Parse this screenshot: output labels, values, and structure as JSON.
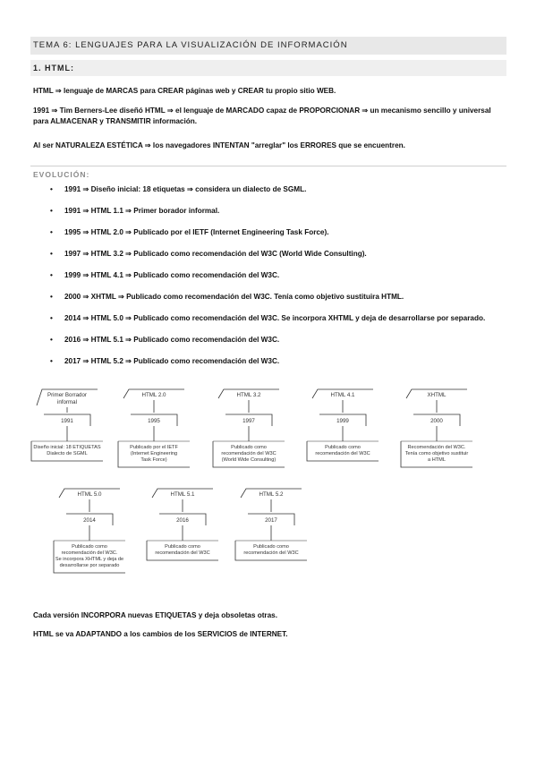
{
  "header": {
    "title": "TEMA 6:  LENGUAJES PARA LA VISUALIZACIÓN DE INFORMACIÓN",
    "section": "1. HTML:"
  },
  "paragraphs": [
    "HTML ⇒ lenguaje de MARCAS para CREAR páginas web y CREAR tu propio sitio WEB.",
    "1991 ⇒ Tim Berners-Lee diseñó HTML ⇒ el lenguaje de MARCADO capaz de PROPORCIONAR ⇒ un mecanismo sencillo y universal para ALMACENAR y TRANSMITIR información.",
    "Al ser NATURALEZA ESTÉTICA ⇒ los navegadores INTENTAN \"arreglar\" los ERRORES que se encuentren."
  ],
  "evolution": {
    "title": "EVOLUCIÓN:",
    "items": [
      "1991 ⇒ Diseño inicial: 18 etiquetas ⇒ considera un dialecto de SGML.",
      "1991 ⇒ HTML 1.1 ⇒ Primer borador informal.",
      "1995 ⇒ HTML 2.0 ⇒ Publicado por el IETF (Internet Engineering Task Force).",
      "1997 ⇒ HTML 3.2 ⇒ Publicado como recomendación del W3C (World Wide Consulting).",
      "1999 ⇒ HTML 4.1 ⇒ Publicado como recomendación del W3C.",
      "2000 ⇒ XHTML ⇒ Publicado como recomendación del W3C. Tenía como objetivo sustituira HTML.",
      "2014 ⇒ HTML 5.0 ⇒ Publicado como recomendación del W3C. Se incorpora XHTML y deja de desarrollarse por separado.",
      "2016 ⇒ HTML 5.1 ⇒ Publicado como recomendación del W3C.",
      "2017 ⇒ HTML 5.2 ⇒ Publicado como recomendación del W3C."
    ]
  },
  "diagram": {
    "row1": [
      {
        "top": [
          "Primer Borrador",
          "informal"
        ],
        "year": "1991",
        "bottom": [
          "Diseño inicial: 18 ETIQUETAS",
          "Dialecto de SGML"
        ]
      },
      {
        "top": [
          "HTML 2.0"
        ],
        "year": "1995",
        "bottom": [
          "Publicado por el IETF",
          "(Internet Engineering",
          "Task Force)"
        ]
      },
      {
        "top": [
          "HTML 3.2"
        ],
        "year": "1997",
        "bottom": [
          "Publicado como",
          "recomendación del W3C",
          "(World Wide Consulting)"
        ]
      },
      {
        "top": [
          "HTML 4.1"
        ],
        "year": "1999",
        "bottom": [
          "Publicado como",
          "recomendación del W3C"
        ]
      },
      {
        "top": [
          "XHTML"
        ],
        "year": "2000",
        "bottom": [
          "Recomendación del W3C.",
          "Tenía como objetivo sustituir",
          "a HTML"
        ]
      }
    ],
    "row2": [
      {
        "top": [
          "HTML 5.0"
        ],
        "year": "2014",
        "bottom": [
          "Publicado como",
          "recomendación del W3C.",
          "Se incorpora XHTML y deja de",
          "desarrollarse por separado"
        ]
      },
      {
        "top": [
          "HTML 5.1"
        ],
        "year": "2016",
        "bottom": [
          "Publicado como",
          "recomendación del W3C"
        ]
      },
      {
        "top": [
          "HTML 5.2"
        ],
        "year": "2017",
        "bottom": [
          "Publicado como",
          "recomendación del W3C"
        ]
      }
    ]
  },
  "closing": [
    "Cada versión INCORPORA  nuevas ETIQUETAS y deja obsoletas otras.",
    "HTML se va ADAPTANDO a los cambios de los SERVICIOS de INTERNET."
  ]
}
